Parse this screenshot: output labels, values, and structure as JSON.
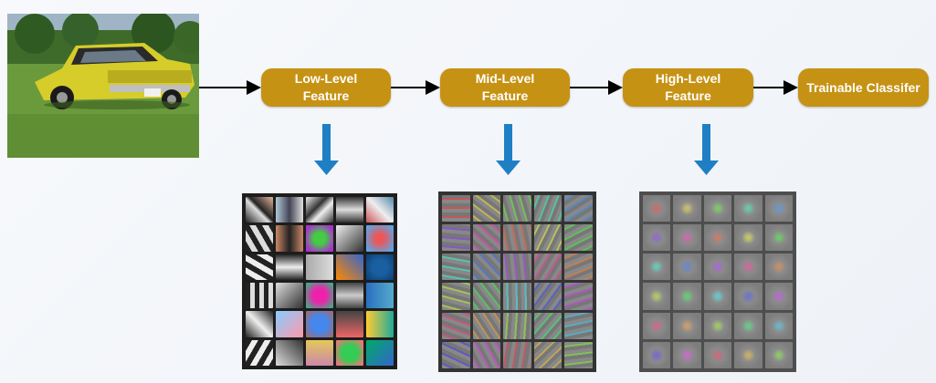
{
  "input": {
    "image_description_icon": "car-photo"
  },
  "stages": [
    {
      "id": "low",
      "label": "Low-Level\nFeature"
    },
    {
      "id": "mid",
      "label": "Mid-Level\nFeature"
    },
    {
      "id": "high",
      "label": "High-Level\nFeature"
    },
    {
      "id": "classifier",
      "label": "Trainable Classifer"
    }
  ],
  "colors": {
    "stage_fill": "#c69214",
    "stage_text": "#ffffff",
    "down_arrow": "#1f7fc4",
    "flow_arrow": "#000000"
  },
  "feature_grids": [
    {
      "stage": "low",
      "rows": 6,
      "cols": 5
    },
    {
      "stage": "mid",
      "rows": 6,
      "cols": 5
    },
    {
      "stage": "high",
      "rows": 6,
      "cols": 5
    }
  ]
}
